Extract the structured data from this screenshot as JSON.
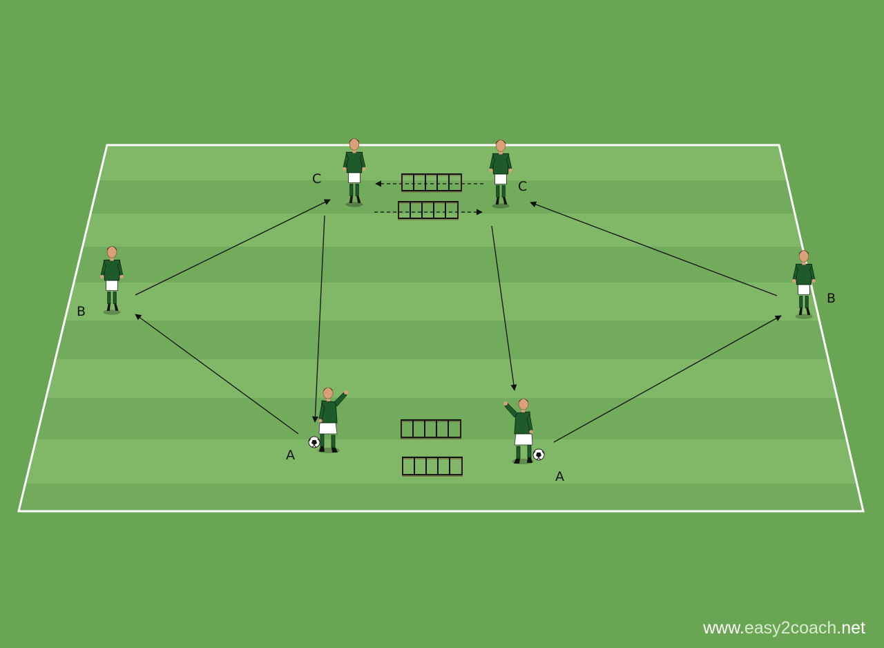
{
  "colors": {
    "grass_outer": "#6aa553",
    "stripe_light": "#80b868",
    "stripe_dark": "#72ab5c",
    "line": "#ffffff",
    "kit_shirt": "#1f5a2a",
    "kit_shorts": "#ffffff",
    "arrow": "#111111"
  },
  "labels": {
    "a_left": "A",
    "a_right": "A",
    "b_left": "B",
    "b_right": "B",
    "c_left": "C",
    "c_right": "C"
  },
  "equipment": {
    "ladder_icon": "agility-ladder",
    "ladder_count": 4,
    "ladder_rungs": 5
  },
  "players": [
    {
      "role": "A",
      "side": "left",
      "has_ball": true
    },
    {
      "role": "A",
      "side": "right",
      "has_ball": true
    },
    {
      "role": "B",
      "side": "left",
      "has_ball": false
    },
    {
      "role": "B",
      "side": "right",
      "has_ball": false
    },
    {
      "role": "C",
      "side": "left",
      "has_ball": false
    },
    {
      "role": "C",
      "side": "right",
      "has_ball": false
    }
  ],
  "watermark": {
    "prefix": "www.",
    "brand": "easy2coach",
    "suffix": ".net"
  }
}
